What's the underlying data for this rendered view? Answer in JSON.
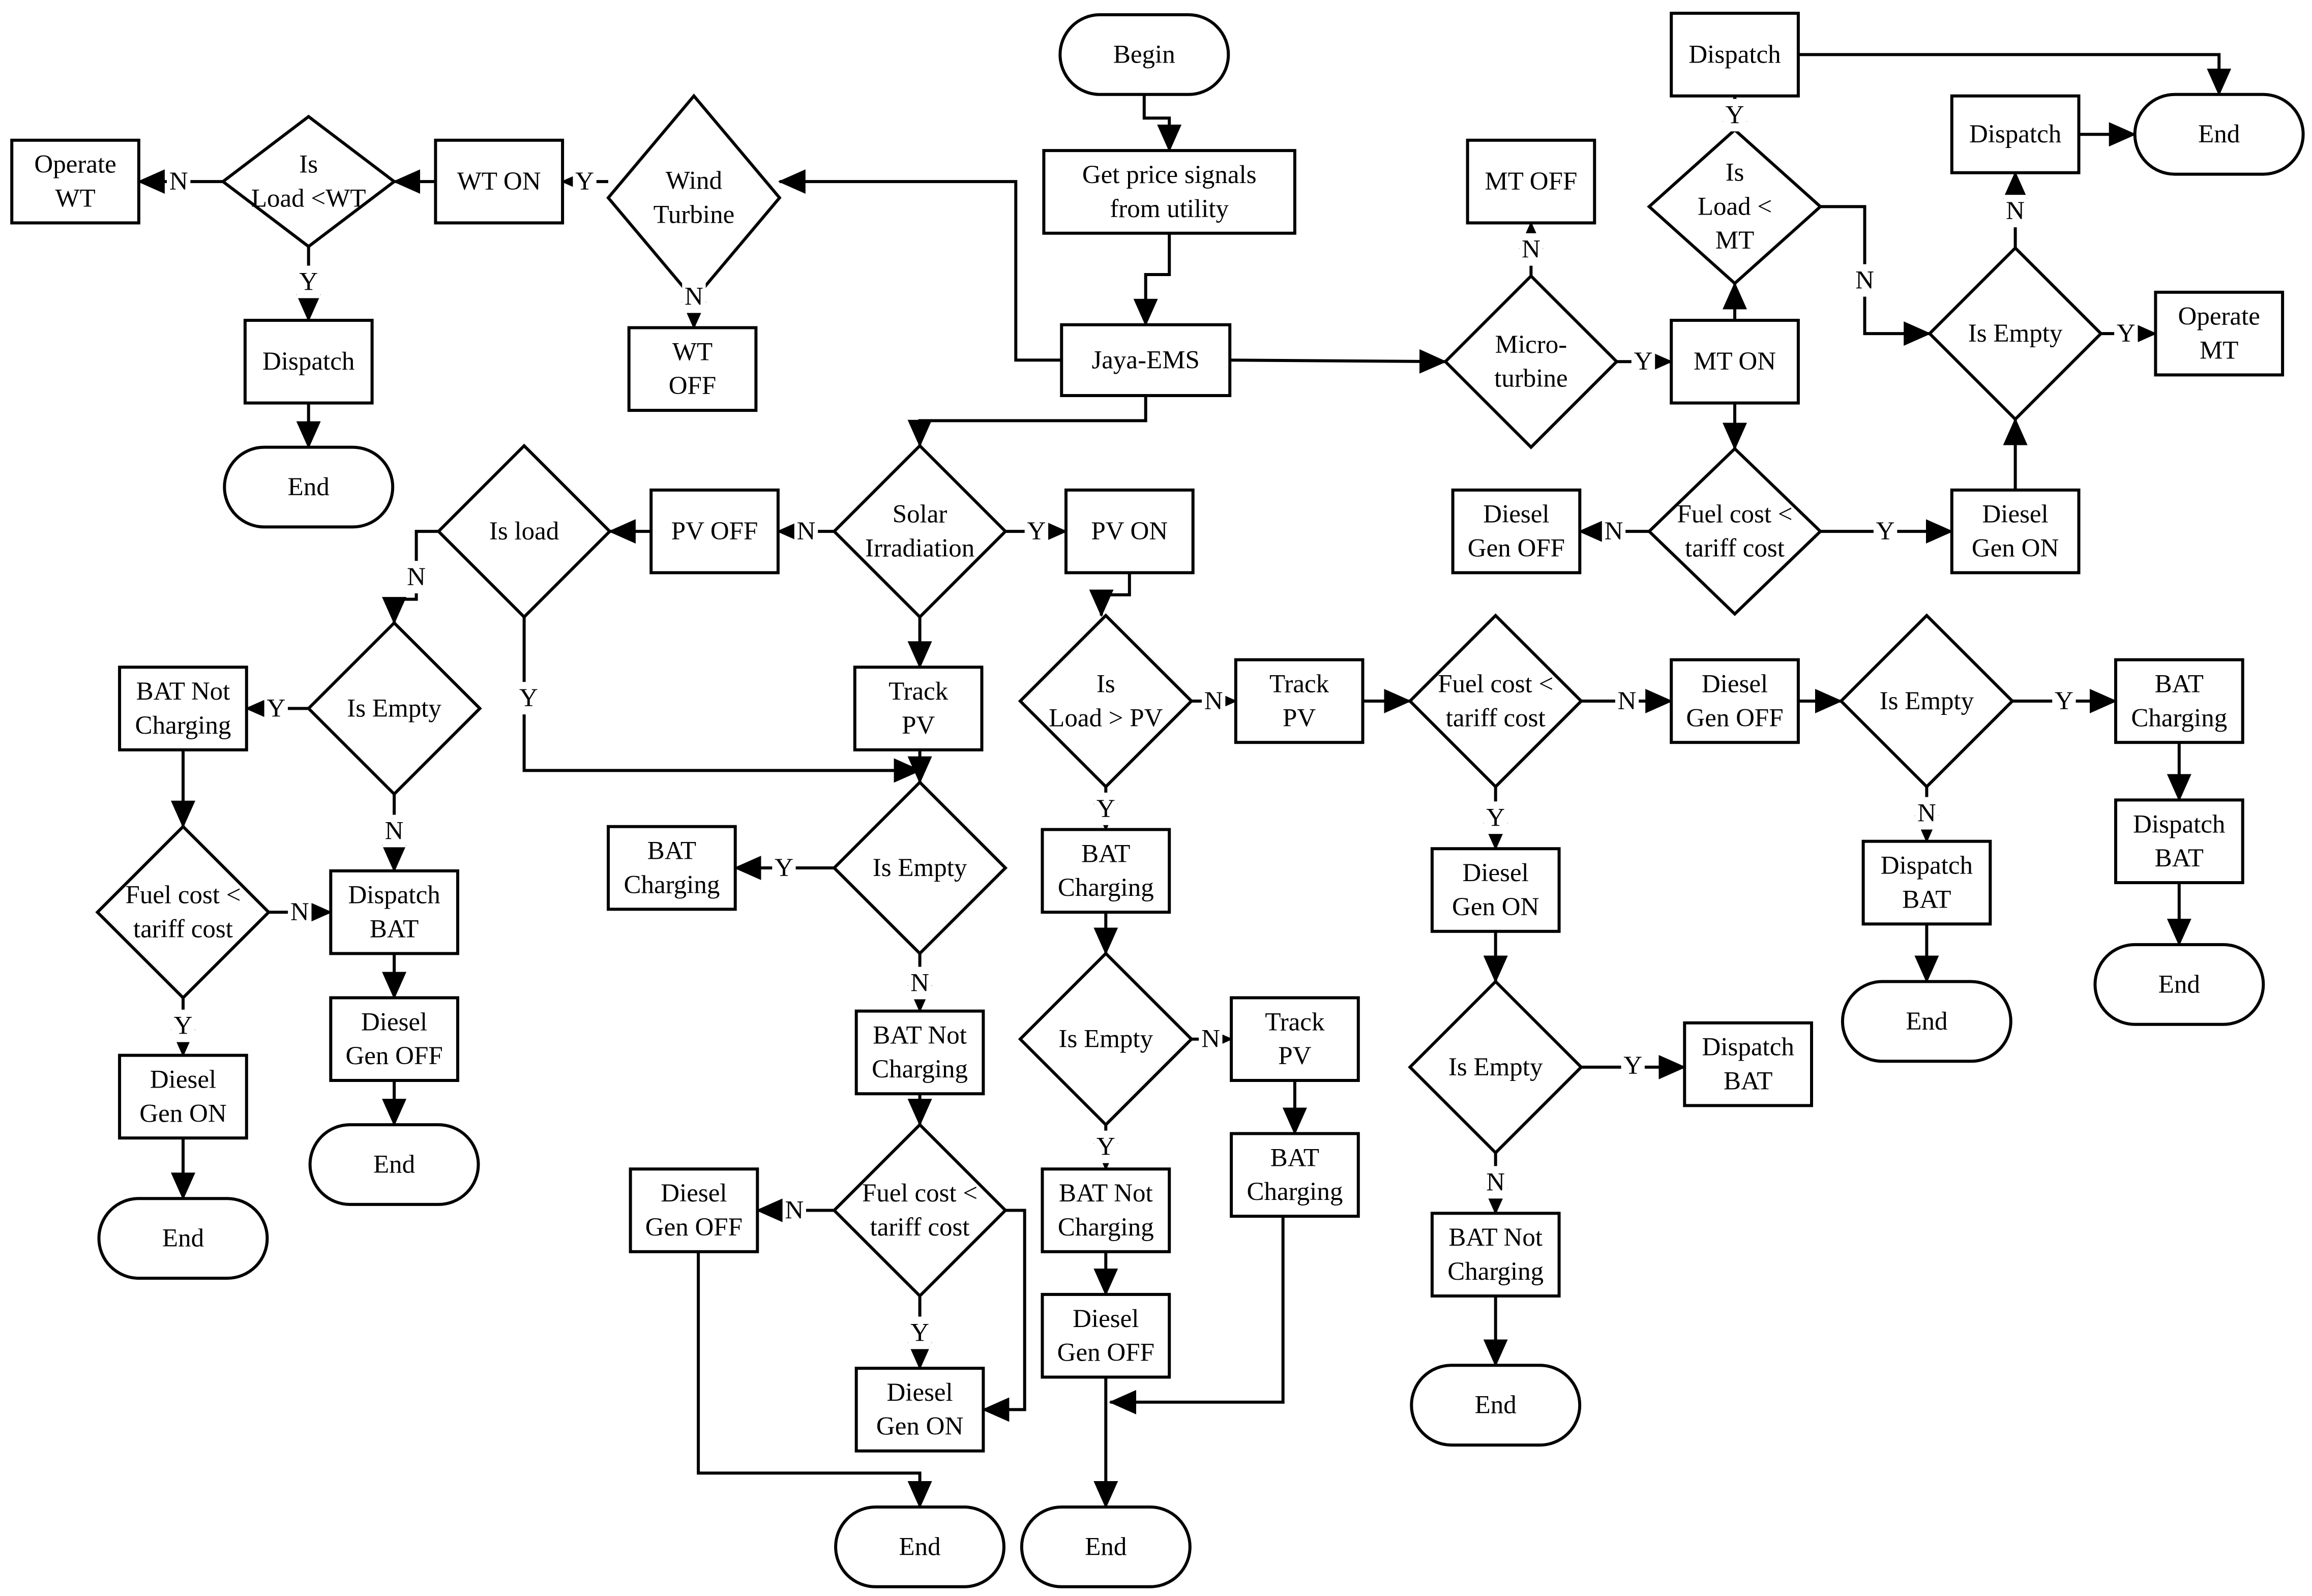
{
  "diagram": {
    "title": "",
    "nodes": [
      {
        "id": "begin",
        "shape": "terminal",
        "lines": [
          "Begin"
        ]
      },
      {
        "id": "get_price",
        "shape": "process",
        "lines": [
          "Get price signals",
          "from utility"
        ]
      },
      {
        "id": "jaya",
        "shape": "process",
        "lines": [
          "Jaya-EMS"
        ]
      },
      {
        "id": "wind",
        "shape": "decision",
        "lines": [
          "Wind",
          "Turbine"
        ]
      },
      {
        "id": "wt_on",
        "shape": "process",
        "lines": [
          "WT  ON"
        ]
      },
      {
        "id": "wt_off",
        "shape": "process",
        "lines": [
          "WT",
          "OFF"
        ]
      },
      {
        "id": "load_wt",
        "shape": "decision",
        "lines": [
          "Is",
          "Load <WT"
        ]
      },
      {
        "id": "operate_wt",
        "shape": "process",
        "lines": [
          "Operate",
          "WT"
        ]
      },
      {
        "id": "dispatch_wt",
        "shape": "process",
        "lines": [
          "Dispatch"
        ]
      },
      {
        "id": "end_wt",
        "shape": "terminal",
        "lines": [
          "End"
        ]
      },
      {
        "id": "micro",
        "shape": "decision",
        "lines": [
          "Micro-",
          "turbine"
        ]
      },
      {
        "id": "mt_off",
        "shape": "process",
        "lines": [
          "MT  OFF"
        ]
      },
      {
        "id": "mt_on",
        "shape": "process",
        "lines": [
          "MT ON"
        ]
      },
      {
        "id": "load_mt",
        "shape": "decision",
        "lines": [
          "Is",
          "Load <",
          "MT"
        ]
      },
      {
        "id": "dispatch_mt_top",
        "shape": "process",
        "lines": [
          "Dispatch"
        ]
      },
      {
        "id": "end_mt_top",
        "shape": "terminal",
        "lines": [
          "End"
        ]
      },
      {
        "id": "dispatch_mt2",
        "shape": "process",
        "lines": [
          "Dispatch"
        ]
      },
      {
        "id": "empty_mt",
        "shape": "decision",
        "lines": [
          "Is Empty"
        ]
      },
      {
        "id": "operate_mt",
        "shape": "process",
        "lines": [
          "Operate",
          "MT"
        ]
      },
      {
        "id": "fuel_mt",
        "shape": "decision",
        "lines": [
          "Fuel cost <",
          "tariff cost"
        ]
      },
      {
        "id": "dgoff_mt",
        "shape": "process",
        "lines": [
          "Diesel",
          "Gen OFF"
        ]
      },
      {
        "id": "dgon_mt",
        "shape": "process",
        "lines": [
          "Diesel",
          "Gen ON"
        ]
      },
      {
        "id": "solar",
        "shape": "decision",
        "lines": [
          "Solar",
          "Irradiation"
        ]
      },
      {
        "id": "pv_off",
        "shape": "process",
        "lines": [
          "PV OFF"
        ]
      },
      {
        "id": "is_load",
        "shape": "decision",
        "lines": [
          "Is load"
        ]
      },
      {
        "id": "empty_l",
        "shape": "decision",
        "lines": [
          "Is Empty"
        ]
      },
      {
        "id": "batnot_l",
        "shape": "process",
        "lines": [
          "BAT Not",
          "Charging"
        ]
      },
      {
        "id": "fuel_l",
        "shape": "decision",
        "lines": [
          "Fuel cost <",
          "tariff cost"
        ]
      },
      {
        "id": "dgon_l",
        "shape": "process",
        "lines": [
          "Diesel",
          "Gen ON"
        ]
      },
      {
        "id": "end_l1",
        "shape": "terminal",
        "lines": [
          "End"
        ]
      },
      {
        "id": "dispbat_l",
        "shape": "process",
        "lines": [
          "Dispatch",
          "BAT"
        ]
      },
      {
        "id": "dgoff_l",
        "shape": "process",
        "lines": [
          "Diesel",
          "Gen OFF"
        ]
      },
      {
        "id": "end_l2",
        "shape": "terminal",
        "lines": [
          "End"
        ]
      },
      {
        "id": "track_pv1",
        "shape": "process",
        "lines": [
          "Track",
          "PV"
        ]
      },
      {
        "id": "empty_c",
        "shape": "decision",
        "lines": [
          "Is Empty"
        ]
      },
      {
        "id": "batchg_c",
        "shape": "process",
        "lines": [
          "BAT",
          "Charging"
        ]
      },
      {
        "id": "batnot_c",
        "shape": "process",
        "lines": [
          "BAT Not",
          "Charging"
        ]
      },
      {
        "id": "fuel_c",
        "shape": "decision",
        "lines": [
          "Fuel cost <",
          "tariff cost"
        ]
      },
      {
        "id": "dgoff_c",
        "shape": "process",
        "lines": [
          "Diesel",
          "Gen OFF"
        ]
      },
      {
        "id": "dgon_c",
        "shape": "process",
        "lines": [
          "Diesel",
          "Gen ON"
        ]
      },
      {
        "id": "end_c1",
        "shape": "terminal",
        "lines": [
          "End"
        ]
      },
      {
        "id": "pv_on",
        "shape": "process",
        "lines": [
          "PV ON"
        ]
      },
      {
        "id": "load_pv",
        "shape": "decision",
        "lines": [
          "Is",
          "Load > PV"
        ]
      },
      {
        "id": "batchg_m",
        "shape": "process",
        "lines": [
          "BAT",
          "Charging"
        ]
      },
      {
        "id": "empty_m",
        "shape": "decision",
        "lines": [
          "Is Empty"
        ]
      },
      {
        "id": "batnot_m",
        "shape": "process",
        "lines": [
          "BAT Not",
          "Charging"
        ]
      },
      {
        "id": "dgoff_m",
        "shape": "process",
        "lines": [
          "Diesel",
          "Gen OFF"
        ]
      },
      {
        "id": "end_m",
        "shape": "terminal",
        "lines": [
          "End"
        ]
      },
      {
        "id": "track_pv2",
        "shape": "process",
        "lines": [
          "Track",
          "PV"
        ]
      },
      {
        "id": "batchg_m2",
        "shape": "process",
        "lines": [
          "BAT",
          "Charging"
        ]
      },
      {
        "id": "track_pv3",
        "shape": "process",
        "lines": [
          "Track",
          "PV"
        ]
      },
      {
        "id": "fuel_r",
        "shape": "decision",
        "lines": [
          "Fuel cost <",
          "tariff cost"
        ]
      },
      {
        "id": "dgon_r",
        "shape": "process",
        "lines": [
          "Diesel",
          "Gen ON"
        ]
      },
      {
        "id": "empty_r",
        "shape": "decision",
        "lines": [
          "Is Empty"
        ]
      },
      {
        "id": "dispbat_r",
        "shape": "process",
        "lines": [
          "Dispatch",
          "BAT"
        ]
      },
      {
        "id": "batnot_r",
        "shape": "process",
        "lines": [
          "BAT Not",
          "Charging"
        ]
      },
      {
        "id": "end_r",
        "shape": "terminal",
        "lines": [
          "End"
        ]
      },
      {
        "id": "dgoff_r",
        "shape": "process",
        "lines": [
          "Diesel",
          "Gen OFF"
        ]
      },
      {
        "id": "empty_r2",
        "shape": "decision",
        "lines": [
          "Is Empty"
        ]
      },
      {
        "id": "dispbat_r2",
        "shape": "process",
        "lines": [
          "Dispatch",
          "BAT"
        ]
      },
      {
        "id": "end_r2",
        "shape": "terminal",
        "lines": [
          "End"
        ]
      },
      {
        "id": "batchg_r",
        "shape": "process",
        "lines": [
          "BAT",
          "Charging"
        ]
      },
      {
        "id": "dispbat_r3",
        "shape": "process",
        "lines": [
          "Dispatch",
          "BAT"
        ]
      },
      {
        "id": "end_r3",
        "shape": "terminal",
        "lines": [
          "End"
        ]
      }
    ],
    "edges": [
      {
        "id": "e_begin_price",
        "label": ""
      },
      {
        "id": "e_price_jaya",
        "label": ""
      },
      {
        "id": "e_jaya_wind",
        "label": ""
      },
      {
        "id": "e_wind_wton",
        "label": "Y"
      },
      {
        "id": "e_wind_wtoff",
        "label": "N"
      },
      {
        "id": "e_wton_loadwt",
        "label": ""
      },
      {
        "id": "e_loadwt_operate",
        "label": "N"
      },
      {
        "id": "e_loadwt_dispatch",
        "label": "Y"
      },
      {
        "id": "e_dispatchwt_end",
        "label": ""
      },
      {
        "id": "e_jaya_micro",
        "label": ""
      },
      {
        "id": "e_micro_mtoff",
        "label": "N"
      },
      {
        "id": "e_micro_mton",
        "label": "Y"
      },
      {
        "id": "e_mton_loadmt",
        "label": ""
      },
      {
        "id": "e_loadmt_dispatch",
        "label": "Y"
      },
      {
        "id": "e_dispatch_endtop",
        "label": ""
      },
      {
        "id": "e_loadmt_empty",
        "label": "N"
      },
      {
        "id": "e_emptymt_dispatch2",
        "label": "N"
      },
      {
        "id": "e_dispatch2_end",
        "label": ""
      },
      {
        "id": "e_emptymt_operate",
        "label": "Y"
      },
      {
        "id": "e_mton_fuel",
        "label": ""
      },
      {
        "id": "e_fuelmt_dgoff",
        "label": "N"
      },
      {
        "id": "e_fuelmt_dgon",
        "label": "Y"
      },
      {
        "id": "e_dgonmt_empty",
        "label": ""
      },
      {
        "id": "e_jaya_solar",
        "label": ""
      },
      {
        "id": "e_solar_pvoff",
        "label": "N"
      },
      {
        "id": "e_pvoff_isload",
        "label": ""
      },
      {
        "id": "e_isload_emptyl",
        "label": "N"
      },
      {
        "id": "e_isload_emptyc",
        "label": "Y"
      },
      {
        "id": "e_emptyl_batnot",
        "label": "Y"
      },
      {
        "id": "e_emptyl_dispbat",
        "label": "N"
      },
      {
        "id": "e_batnotl_fuel",
        "label": ""
      },
      {
        "id": "e_fuell_dispbat",
        "label": "N"
      },
      {
        "id": "e_fuell_dgon",
        "label": "Y"
      },
      {
        "id": "e_dgonl_end",
        "label": ""
      },
      {
        "id": "e_dispbatl_dgoff",
        "label": ""
      },
      {
        "id": "e_dgoffl_end",
        "label": ""
      },
      {
        "id": "e_solar_track",
        "label": ""
      },
      {
        "id": "e_track_emptyc",
        "label": ""
      },
      {
        "id": "e_emptyc_batchg",
        "label": "Y"
      },
      {
        "id": "e_emptyc_batnot",
        "label": "N"
      },
      {
        "id": "e_batnotc_fuel",
        "label": ""
      },
      {
        "id": "e_fuelc_dgoff",
        "label": "N"
      },
      {
        "id": "e_fuelc_dgon",
        "label": "Y"
      },
      {
        "id": "e_fuelc_end",
        "label": ""
      },
      {
        "id": "e_dgoffc_end",
        "label": ""
      },
      {
        "id": "e_solar_pvon",
        "label": "Y"
      },
      {
        "id": "e_pvon_loadpv",
        "label": ""
      },
      {
        "id": "e_loadpv_batchg",
        "label": "Y"
      },
      {
        "id": "e_batchgm_empty",
        "label": ""
      },
      {
        "id": "e_emptym_batnot",
        "label": "Y"
      },
      {
        "id": "e_batnotm_dgoff",
        "label": ""
      },
      {
        "id": "e_dgoffm_end",
        "label": ""
      },
      {
        "id": "e_emptym_track",
        "label": "N"
      },
      {
        "id": "e_track2_batchg",
        "label": ""
      },
      {
        "id": "e_batchgm2_dgoff",
        "label": ""
      },
      {
        "id": "e_loadpv_track3",
        "label": "N"
      },
      {
        "id": "e_track3_fuel",
        "label": ""
      },
      {
        "id": "e_fuelr_dgon",
        "label": "Y"
      },
      {
        "id": "e_dgonr_empty",
        "label": ""
      },
      {
        "id": "e_emptyr_dispbat",
        "label": "Y"
      },
      {
        "id": "e_emptyr_batnot",
        "label": "N"
      },
      {
        "id": "e_batnotr_end",
        "label": ""
      },
      {
        "id": "e_fuelr_dgoff",
        "label": "N"
      },
      {
        "id": "e_dgoffr_empty",
        "label": ""
      },
      {
        "id": "e_emptyr2_dispbat",
        "label": "N"
      },
      {
        "id": "e_dispbatr2_end",
        "label": ""
      },
      {
        "id": "e_emptyr2_batchg",
        "label": "Y"
      },
      {
        "id": "e_batchgr_dispbat",
        "label": ""
      },
      {
        "id": "e_dispbatr3_end",
        "label": ""
      }
    ]
  }
}
